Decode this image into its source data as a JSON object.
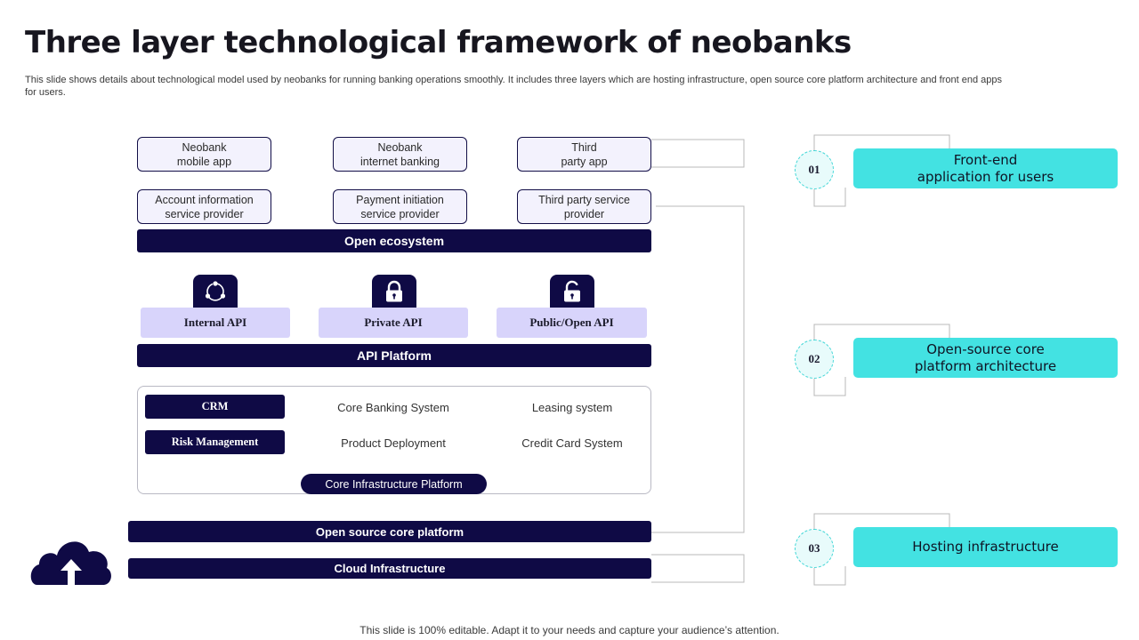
{
  "header": {
    "title": "Three layer technological framework of neobanks",
    "subtitle": "This slide shows details about technological model used by neobanks for running banking operations smoothly. It includes three layers which are hosting infrastructure, open source core platform architecture and front end apps for users."
  },
  "apps": [
    {
      "label": "Neobank\nmobile app"
    },
    {
      "label": "Neobank\ninternet banking"
    },
    {
      "label": "Third\nparty app"
    }
  ],
  "providers": [
    {
      "label": "Account information\nservice provider"
    },
    {
      "label": "Payment initiation\nservice provider"
    },
    {
      "label": "Third party service\nprovider"
    }
  ],
  "bars": {
    "open_ecosystem": "Open ecosystem",
    "api_platform": "API Platform",
    "open_source_core": "Open source core platform",
    "cloud_infrastructure": "Cloud Infrastructure"
  },
  "apis": [
    {
      "label": "Internal API",
      "icon": "network-cycle-icon"
    },
    {
      "label": "Private API",
      "icon": "lock-icon"
    },
    {
      "label": "Public/Open API",
      "icon": "unlock-icon"
    }
  ],
  "core": {
    "crm": "CRM",
    "risk_management": "Risk Management",
    "core_banking_system": "Core Banking System",
    "leasing_system": "Leasing system",
    "product_deployment": "Product Deployment",
    "credit_card_system": "Credit Card System",
    "platform_label": "Core Infrastructure  Platform"
  },
  "layers": [
    {
      "number": "01",
      "label": "Front-end\napplication for users"
    },
    {
      "number": "02",
      "label": "Open-source core\nplatform architecture"
    },
    {
      "number": "03",
      "label": "Hosting infrastructure"
    }
  ],
  "icons": {
    "cloud": "cloud-upload-icon"
  },
  "colors": {
    "navy": "#0f0a45",
    "lavender": "#d8d4fb",
    "teal": "#43e2e2",
    "box_fill": "#f3f2fd"
  },
  "footer": {
    "note": "This slide is 100% editable. Adapt it to your needs and capture your audience’s attention."
  }
}
